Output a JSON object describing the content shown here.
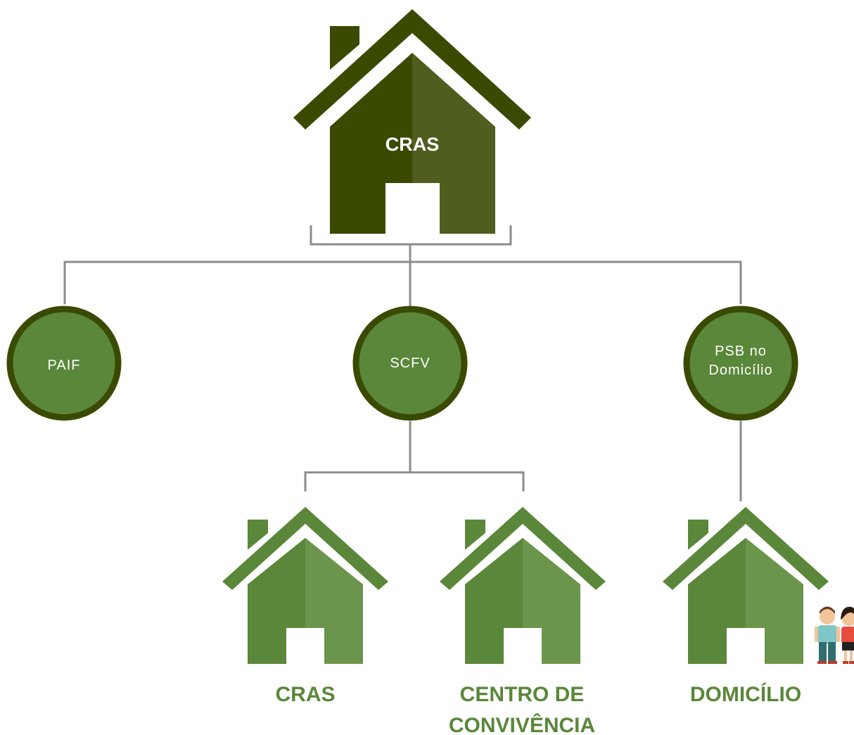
{
  "root": {
    "label": "CRAS"
  },
  "services": [
    {
      "label_lines": [
        "PAIF"
      ]
    },
    {
      "label_lines": [
        "SCFV"
      ]
    },
    {
      "label_lines": [
        "PSB no",
        "Domicílio"
      ]
    }
  ],
  "locations": [
    {
      "label_lines": [
        "CRAS"
      ]
    },
    {
      "label_lines": [
        "CENTRO DE",
        "CONVIVÊNCIA"
      ]
    },
    {
      "label_lines": [
        "DOMICÍLIO"
      ]
    }
  ],
  "colors": {
    "dark_green": "#3a4a00",
    "dark_green_light": "#4f5e1e",
    "mid_green": "#5a873a",
    "mid_green_light": "#6c954c",
    "circle_fill": "#5a873a",
    "circle_border": "#3a4a00",
    "connector": "#8c8c8c",
    "white": "#ffffff"
  },
  "icons": [
    "chimney-house-icon",
    "family-people-icon"
  ]
}
